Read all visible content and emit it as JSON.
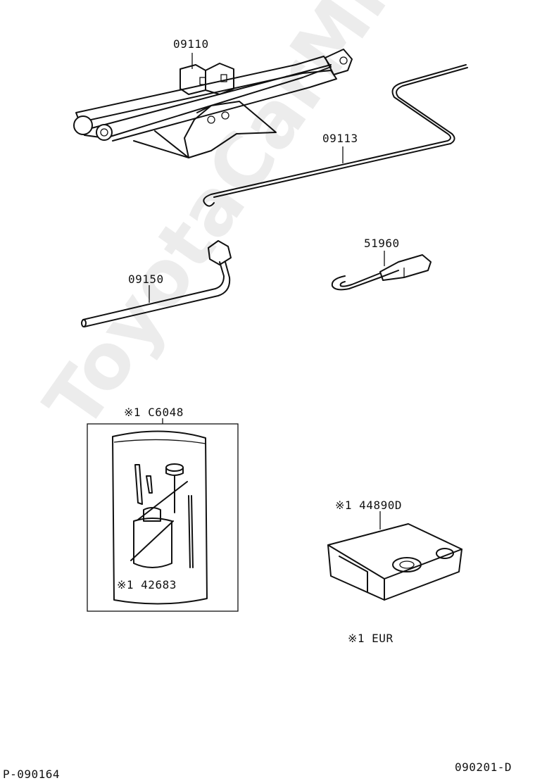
{
  "parts": {
    "jack": "09110",
    "jack_handle": "09113",
    "wheel_wrench": "09150",
    "towing_eyelet": "51960",
    "repair_kit_case": "※1 C6048",
    "repair_kit_bottle": "※1 42683",
    "compressor": "※1 44890D"
  },
  "note": "※1  EUR",
  "footer": {
    "left_code": "P-090164",
    "right_code": "090201-D"
  },
  "watermark": "ToyotaCarMine.ru"
}
